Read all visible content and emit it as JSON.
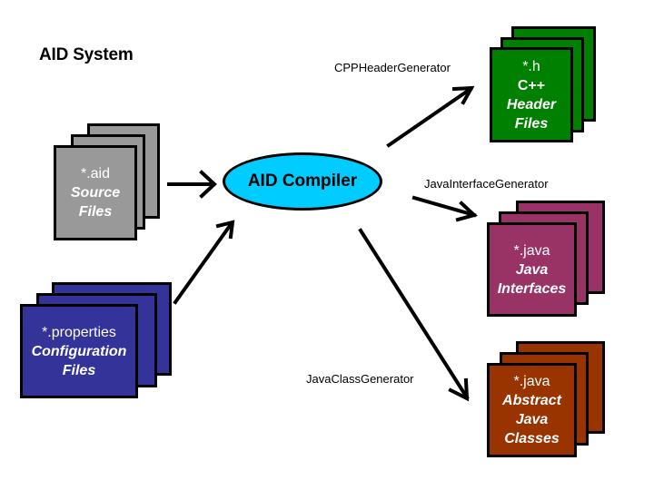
{
  "title": "AID System",
  "compiler": {
    "label": "AID Compiler",
    "color": "#00ccff"
  },
  "inputs": [
    {
      "ext": "*.aid",
      "label_lines": [
        "Source",
        "Files"
      ],
      "color": "#999999"
    },
    {
      "ext": "*.properties",
      "label_lines": [
        "Configuration",
        "Files"
      ],
      "color": "#333399"
    }
  ],
  "outputs": [
    {
      "generator": "CPPHeaderGenerator",
      "ext": "*.h",
      "label_lines": [
        "C++",
        "Header",
        "Files"
      ],
      "color": "#008000"
    },
    {
      "generator": "JavaInterfaceGenerator",
      "ext": "*.java",
      "label_lines": [
        "Java",
        "Interfaces"
      ],
      "color": "#993366"
    },
    {
      "generator": "JavaClassGenerator",
      "ext": "*.java",
      "label_lines": [
        "Abstract",
        "Java",
        "Classes"
      ],
      "color": "#993300"
    }
  ]
}
